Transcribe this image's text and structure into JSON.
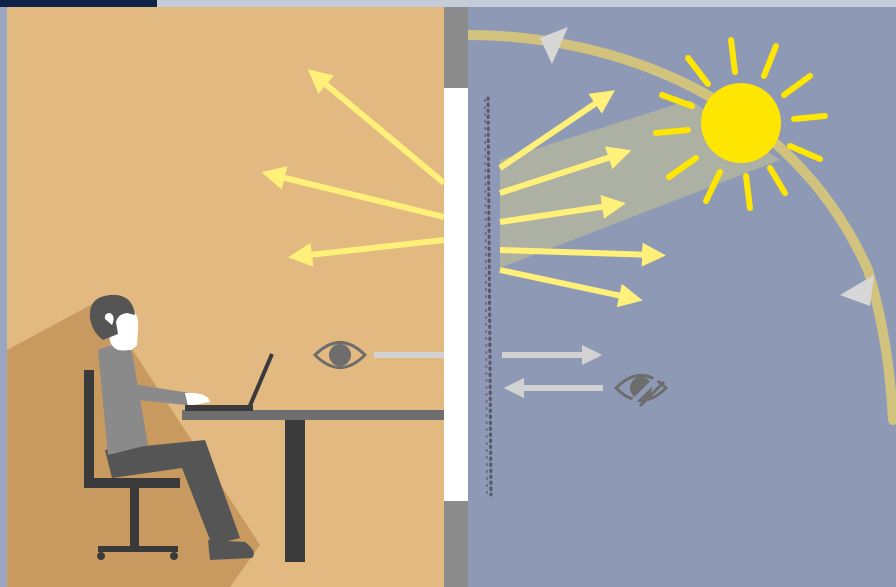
{
  "scene": {
    "indoor": "office-room",
    "outdoor": "sky",
    "window": "glazed-window-with-shading-film"
  },
  "colors": {
    "indoor_wall": "#e2b980",
    "indoor_shadow": "#c99a60",
    "outdoor_sky": "#8e9ab5",
    "sun": "#ffe600",
    "sun_rays": "#ffe600",
    "light_arrows": "#fff07a",
    "sun_path": "#d8c878",
    "view_arrows": "#d2d2d2",
    "glass": "#ffffff",
    "frame": "#8c8c8c",
    "person_skin": "#ffffff",
    "person_shirt": "#8a8a8a",
    "person_pants": "#555555",
    "furniture": "#3a3a3a",
    "top_bar": "#0e2347"
  },
  "icons": {
    "visible_eye": "eye-icon",
    "blocked_eye": "eye-slash-icon"
  }
}
